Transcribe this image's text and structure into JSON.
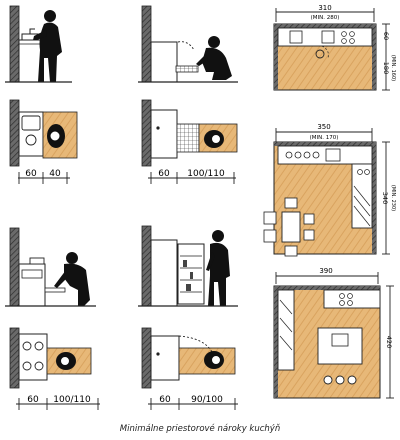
{
  "caption": "Minimálne priestorové nároky kuchýň",
  "colors": {
    "floor": "#e7b878",
    "floor_hatch": "#d79a55",
    "wall": "#4a4a4a",
    "ink": "#1b1b1b",
    "appliance": "#f4f4f4"
  },
  "dims": {
    "sink_a": "60",
    "sink_b": "40",
    "dish_a": "60",
    "dish_b": "100/110",
    "oven_a": "60",
    "oven_b": "100/110",
    "fridge_a": "60",
    "fridge_b": "90/100",
    "plan1_w": "310",
    "plan1_w_min": "(MIN. 280)",
    "plan1_h": "180",
    "plan1_h_min": "(MIN. 160)",
    "plan1_depth": "60",
    "plan2_w": "350",
    "plan2_w_min": "(MIN. 170)",
    "plan2_h": "340",
    "plan2_h_min": "(MIN. 230)",
    "plan3_w": "390",
    "plan3_h": "420"
  }
}
